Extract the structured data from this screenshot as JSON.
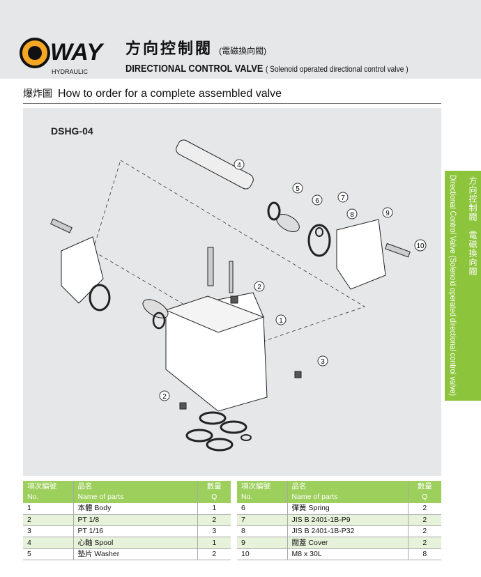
{
  "header": {
    "brand": "WAY",
    "brand_sub": "HYDRAULIC",
    "title_zh": "方向控制閥",
    "subtitle_zh": "(電磁換向閥)",
    "title_en": "DIRECTIONAL CONTROL VALVE",
    "subtitle_en": "( Solenoid operated directional control valve )"
  },
  "section": {
    "title_zh": "爆炸圖",
    "title_en": "How to order for a complete assembled valve"
  },
  "diagram": {
    "model": "DSHG-04",
    "callouts": [
      "4",
      "5",
      "6",
      "7",
      "8",
      "9",
      "10",
      "2",
      "1",
      "3",
      "2"
    ]
  },
  "side_tab": {
    "zh": "方向控制閥　電磁換向閥",
    "en": "Directional Control Valve (Solenoid operated directional control valve)"
  },
  "colors": {
    "accent": "#8cc43c",
    "header_bg": "#e6e7e9"
  },
  "table_headers": {
    "no_zh": "項次編號",
    "no_en": "No.",
    "name_zh": "品名",
    "name_en": "Name of parts",
    "q_zh": "數量",
    "q_en": "Q"
  },
  "parts_left": [
    {
      "no": "1",
      "name": "本體 Body",
      "q": "1"
    },
    {
      "no": "2",
      "name": "PT 1/8",
      "q": "2"
    },
    {
      "no": "3",
      "name": "PT 1/16",
      "q": "3"
    },
    {
      "no": "4",
      "name": "心軸 Spool",
      "q": "1"
    },
    {
      "no": "5",
      "name": "墊片 Washer",
      "q": "2"
    }
  ],
  "parts_right": [
    {
      "no": "6",
      "name": "彈簧 Spring",
      "q": "2"
    },
    {
      "no": "7",
      "name": "JIS B 2401-1B-P9",
      "q": "2"
    },
    {
      "no": "8",
      "name": "JIS B 2401-1B-P32",
      "q": "2"
    },
    {
      "no": "9",
      "name": "閥蓋 Cover",
      "q": "2"
    },
    {
      "no": "10",
      "name": "M8 x 30L",
      "q": "8"
    }
  ]
}
